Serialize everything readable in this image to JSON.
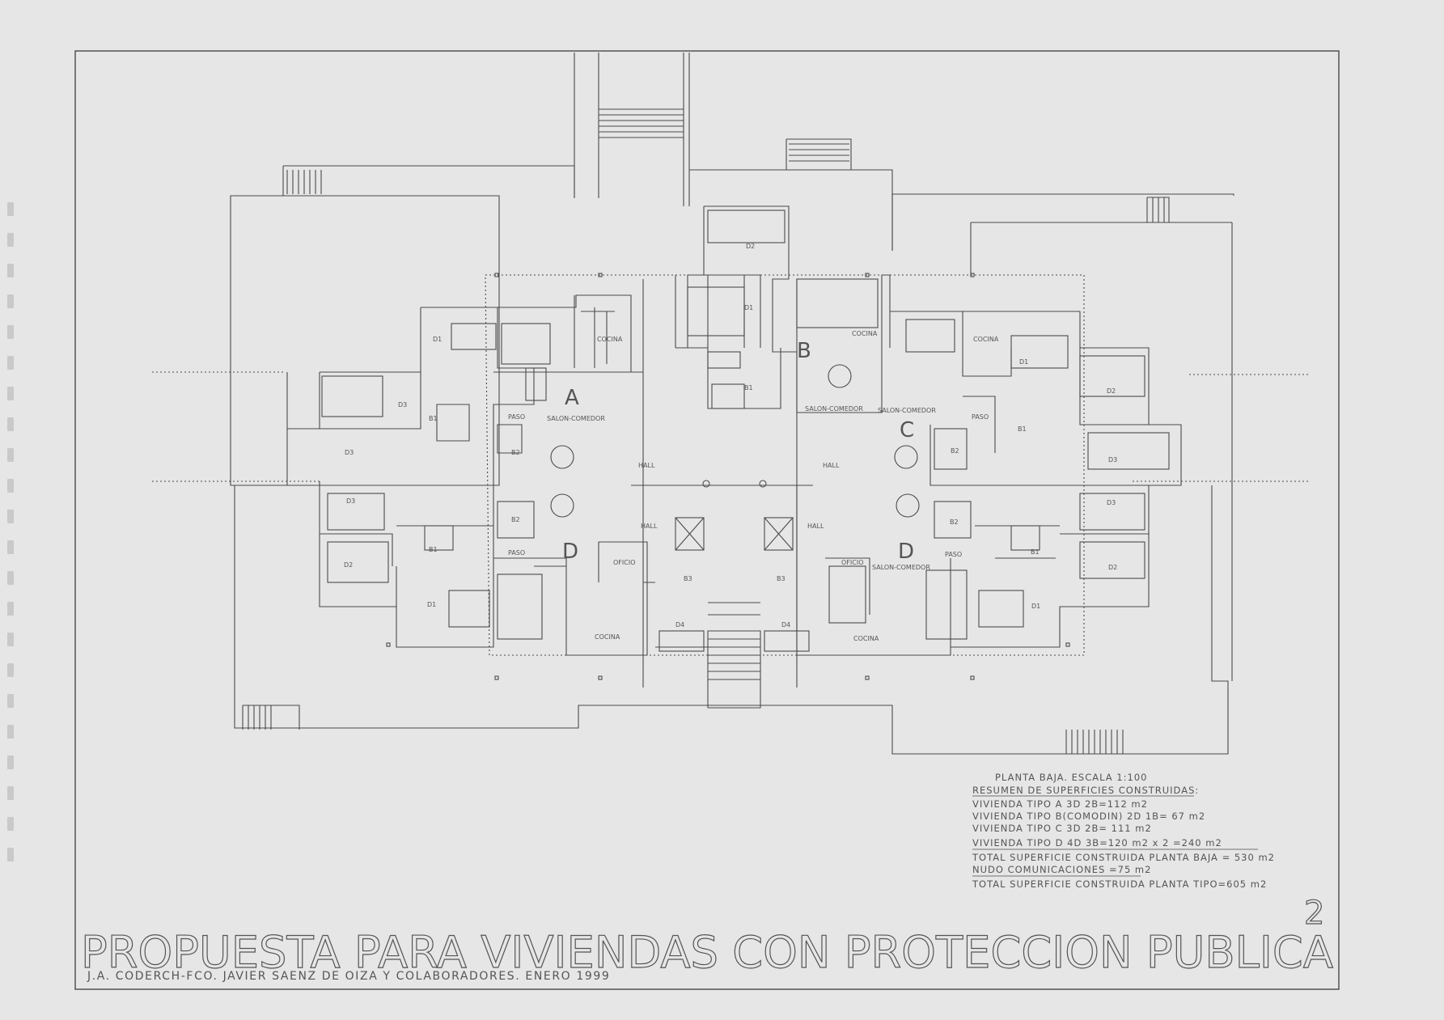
{
  "sheet_number": "2",
  "title": "PROPUESTA PARA VIVIENDAS CON PROTECCION PUBLICA",
  "authors": "J.A. CODERCH-FCO. JAVIER SAENZ DE OIZA Y COLABORADORES. ENERO 1999",
  "legend": {
    "plan_label": "PLANTA BAJA. ESCALA 1:100",
    "summary_heading": "RESUMEN DE SUPERFICIES CONSTRUIDAS:",
    "lines": [
      "VIVIENDA TIPO A 3D 2B=112 m2",
      "VIVIENDA TIPO B(COMODIN) 2D 1B= 67 m2",
      "VIVIENDA TIPO C 3D 2B= 111 m2",
      "VIVIENDA TIPO D 4D 3B=120 m2 x 2 =240 m2",
      "TOTAL SUPERFICIE CONSTRUIDA PLANTA BAJA = 530 m2",
      "NUDO COMUNICACIONES =75 m2",
      "TOTAL SUPERFICIE CONSTRUIDA PLANTA TIPO=605 m2"
    ]
  },
  "unit_letters": [
    "A",
    "B",
    "C",
    "D",
    "D"
  ],
  "room_labels": {
    "d1": "D1",
    "d2": "D2",
    "d3": "D3",
    "d4": "D4",
    "b1": "B1",
    "b2": "B2",
    "b3": "B3",
    "cocina": "COCINA",
    "salon": "SALON-COMEDOR",
    "paso": "PASO",
    "hall": "HALL",
    "oficio": "OFICIO"
  }
}
